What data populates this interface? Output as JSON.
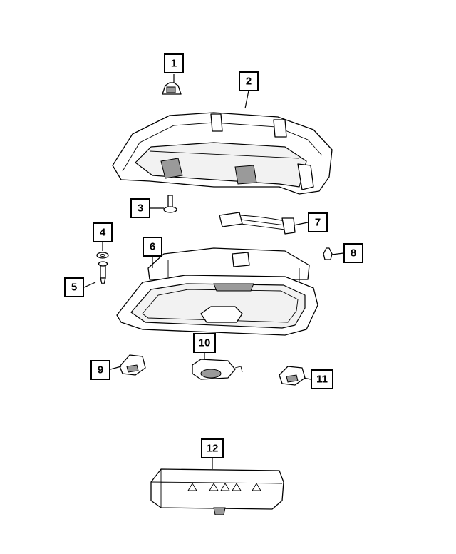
{
  "diagram": {
    "callouts": [
      {
        "id": 1,
        "label": "1"
      },
      {
        "id": 2,
        "label": "2"
      },
      {
        "id": 3,
        "label": "3"
      },
      {
        "id": 4,
        "label": "4"
      },
      {
        "id": 5,
        "label": "5"
      },
      {
        "id": 6,
        "label": "6"
      },
      {
        "id": 7,
        "label": "7"
      },
      {
        "id": 8,
        "label": "8"
      },
      {
        "id": 9,
        "label": "9"
      },
      {
        "id": 10,
        "label": "10"
      },
      {
        "id": 11,
        "label": "11"
      },
      {
        "id": 12,
        "label": "12"
      }
    ]
  }
}
